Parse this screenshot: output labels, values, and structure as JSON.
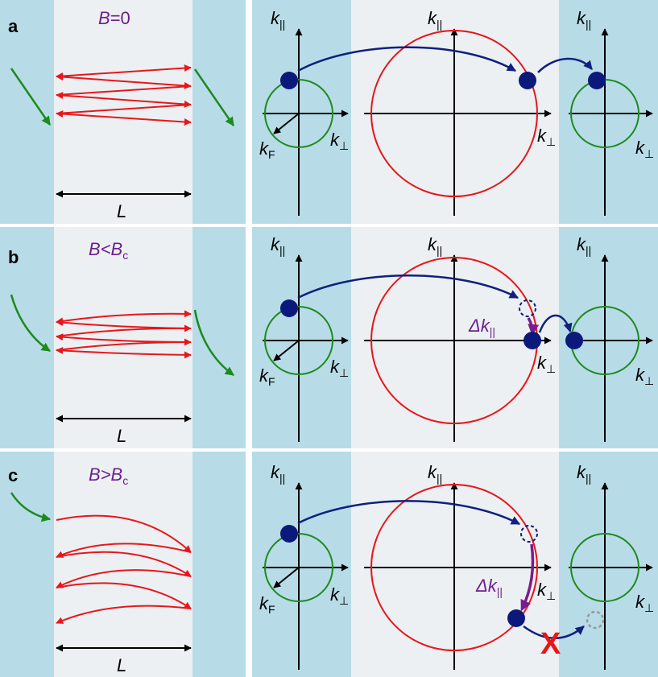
{
  "panels": [
    {
      "letter": "a",
      "field": "B",
      "field_rel": "=0",
      "field_sub": "",
      "length": "L",
      "k_par": "k",
      "k_par_sub": "||",
      "k_perp": "k",
      "k_perp_sub": "⊥",
      "k_f": "k",
      "k_f_sub": "F",
      "dk": "",
      "dk_sub": "",
      "blocked": ""
    },
    {
      "letter": "b",
      "field": "B",
      "field_rel": "<B",
      "field_sub": "c",
      "length": "L",
      "k_par": "k",
      "k_par_sub": "||",
      "k_perp": "k",
      "k_perp_sub": "⊥",
      "k_f": "k",
      "k_f_sub": "F",
      "dk": "Δk",
      "dk_sub": "||",
      "blocked": ""
    },
    {
      "letter": "c",
      "field": "B",
      "field_rel": ">B",
      "field_sub": "c",
      "length": "L",
      "k_par": "k",
      "k_par_sub": "||",
      "k_perp": "k",
      "k_perp_sub": "⊥",
      "k_f": "k",
      "k_f_sub": "F",
      "dk": "Δk",
      "dk_sub": "||",
      "blocked": "X"
    }
  ],
  "colors": {
    "lead": "#b7dce7",
    "barrier": "#ecf0f2",
    "trajectory": "#e8161b",
    "incident": "#1d8a1d",
    "fermi_circle_small": "#1e8a1e",
    "fermi_circle_large": "#e8161b",
    "electron": "#0b1a7a",
    "transfer_arrow": "#10207e",
    "shift_arrow": "#7a1c8e",
    "blocked_mark": "#e8161b",
    "missing_state": "#999999"
  }
}
